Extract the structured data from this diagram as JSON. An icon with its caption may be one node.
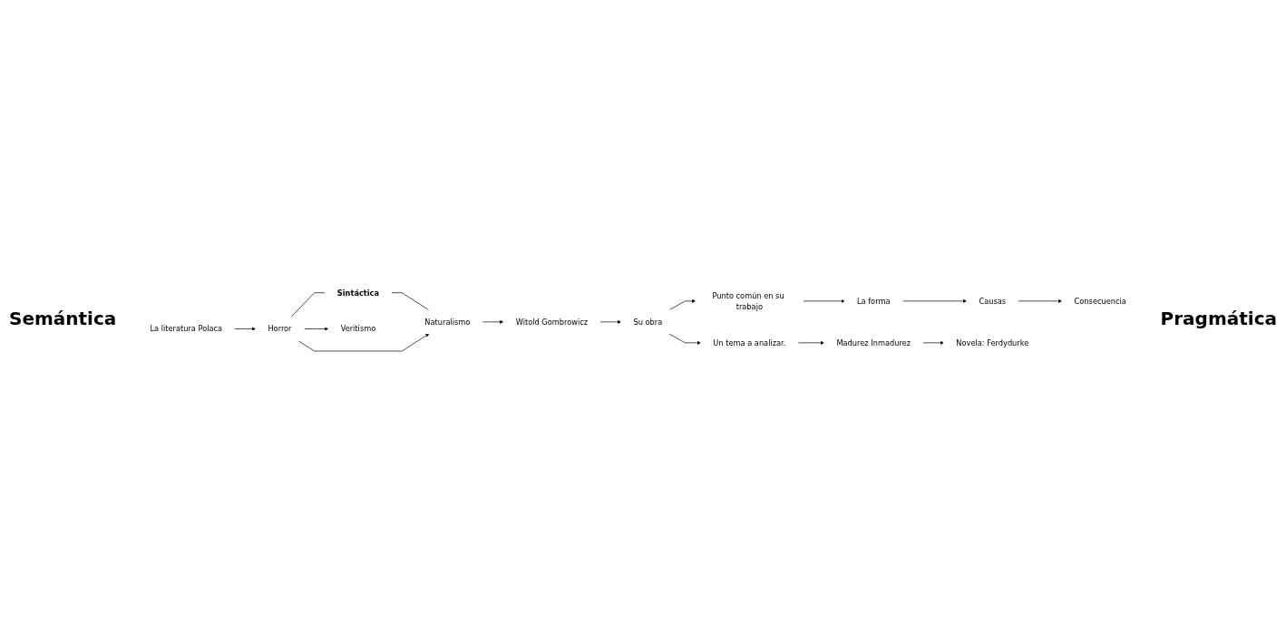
{
  "diagram": {
    "nodes": [
      {
        "text": [
          "La literatura Polaca"
        ]
      },
      {
        "text": [
          "Horror"
        ]
      },
      {
        "text": [
          "Sintáctica"
        ]
      },
      {
        "text": [
          "Naturalismo"
        ]
      },
      {
        "text": [
          "Veritismo"
        ]
      },
      {
        "text": [
          "Witold Gombrowicz"
        ]
      },
      {
        "text": [
          "Su obra"
        ]
      },
      {
        "text": [
          "Punto común en su trabajo"
        ]
      },
      {
        "text": [
          "Un tema a analizar."
        ]
      },
      {
        "text": [
          "La forma"
        ]
      },
      {
        "text": [
          "Madurez Inmadurez"
        ]
      },
      {
        "text": [
          "Causas"
        ]
      },
      {
        "text": [
          "Consecuencia"
        ]
      },
      {
        "text": [
          "Novela: Ferdydurke"
        ]
      }
    ],
    "edges": [
      {
        "from": 0,
        "to": 1,
        "arrow": "to"
      },
      {
        "from": 1,
        "to": 2,
        "arrow": "none"
      },
      {
        "from": 2,
        "to": 3,
        "arrow": "none"
      },
      {
        "from": 1,
        "to": 3,
        "arrow": "to"
      },
      {
        "from": 1,
        "to": 4,
        "arrow": "to"
      },
      {
        "from": 3,
        "to": 5,
        "arrow": "to"
      },
      {
        "from": 5,
        "to": 6,
        "arrow": "to"
      },
      {
        "from": 6,
        "to": 7,
        "arrow": "to"
      },
      {
        "from": 6,
        "to": 8,
        "arrow": "to"
      },
      {
        "from": 7,
        "to": 9,
        "arrow": "to"
      },
      {
        "from": 8,
        "to": 10,
        "arrow": "to"
      },
      {
        "from": 9,
        "to": 11,
        "arrow": "to"
      },
      {
        "from": 11,
        "to": 12,
        "arrow": "to"
      },
      {
        "from": 10,
        "to": 13,
        "arrow": "to"
      }
    ],
    "labels": [
      "Semántica",
      "Pragmática"
    ]
  }
}
